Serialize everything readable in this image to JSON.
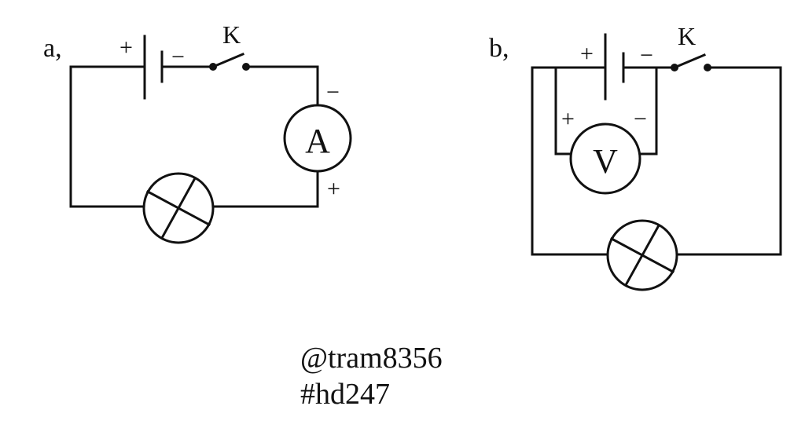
{
  "diagram": {
    "circuit_a": {
      "label": "a,",
      "battery_plus": "+",
      "battery_minus": "−",
      "switch_label": "K",
      "ammeter_symbol": "A",
      "ammeter_minus": "−",
      "ammeter_plus": "+"
    },
    "circuit_b": {
      "label": "b,",
      "battery_plus": "+",
      "battery_minus": "−",
      "switch_label": "K",
      "voltmeter_symbol": "V",
      "voltmeter_plus": "+",
      "voltmeter_minus": "−"
    }
  },
  "watermark": {
    "handle": "@tram8356",
    "tag": "#hd247"
  }
}
